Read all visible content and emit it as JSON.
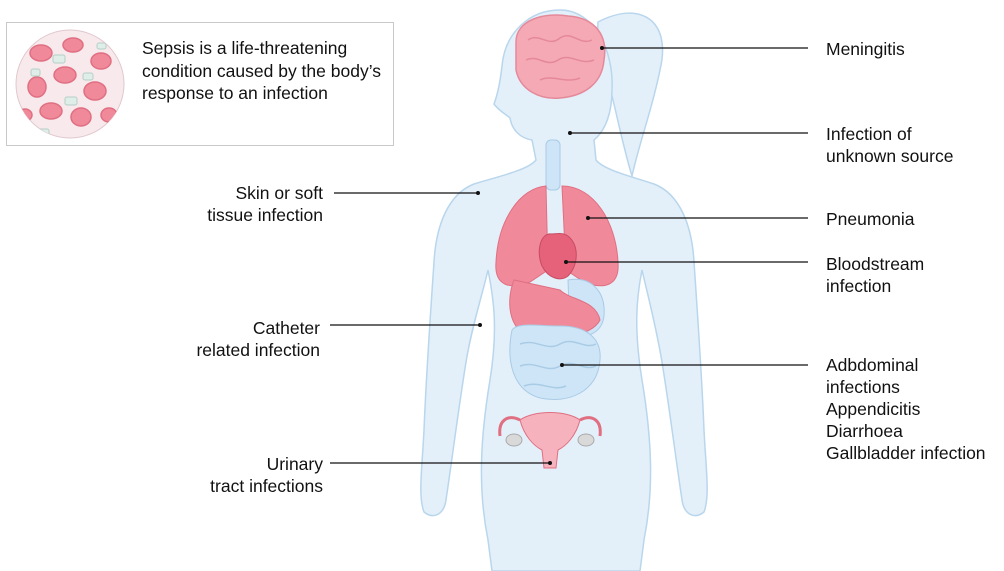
{
  "info": {
    "text": "Sepsis is a life-threatening condition caused by the body’s response to an infection"
  },
  "labels_right": {
    "meningitis": [
      "Meningitis"
    ],
    "unknown": [
      "Infection of",
      "unknown source"
    ],
    "pneumonia": [
      "Pneumonia"
    ],
    "bloodstream": [
      "Bloodstream",
      "infection"
    ],
    "abdominal": [
      "Adbdominal",
      "infections",
      "Appendicitis",
      "Diarrhoea",
      "Gallbladder infection"
    ]
  },
  "labels_left": {
    "skin": [
      "Skin or soft",
      "tissue infection"
    ],
    "catheter": [
      "Catheter",
      "related infection"
    ],
    "urinary": [
      "Urinary",
      "tract infections"
    ]
  },
  "colors": {
    "body": "#e3f0fa",
    "body_outline": "#b9d6ec",
    "organ_pink": "#f08a9a",
    "organ_blue": "#cde5f6",
    "line": "#111111"
  }
}
